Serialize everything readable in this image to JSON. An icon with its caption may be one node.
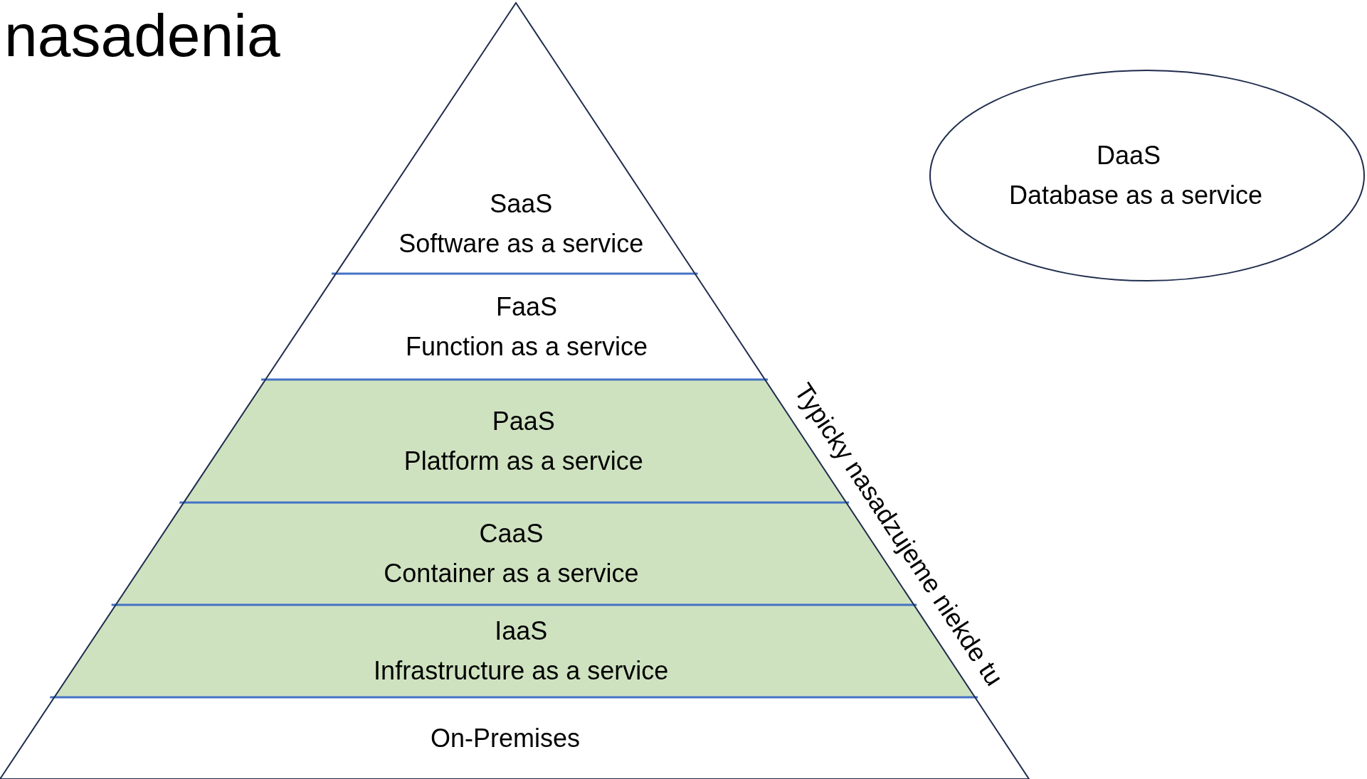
{
  "diagram": {
    "title": "nasadenia",
    "nodes": [
      {
        "text": [
          "SaaS",
          "Software as a service"
        ]
      },
      {
        "text": [
          "FaaS",
          "Function as a service"
        ]
      },
      {
        "text": [
          "PaaS",
          "Platform as a service"
        ]
      },
      {
        "text": [
          "CaaS",
          "Container as a service"
        ]
      },
      {
        "text": [
          "IaaS",
          "Infrastructure as a service"
        ]
      },
      {
        "text": [
          "On-Premises"
        ]
      },
      {
        "text": [
          "DaaS",
          "Database as a service"
        ]
      }
    ],
    "labels": [
      "Typicky nasadzujeme niekde tu"
    ]
  }
}
